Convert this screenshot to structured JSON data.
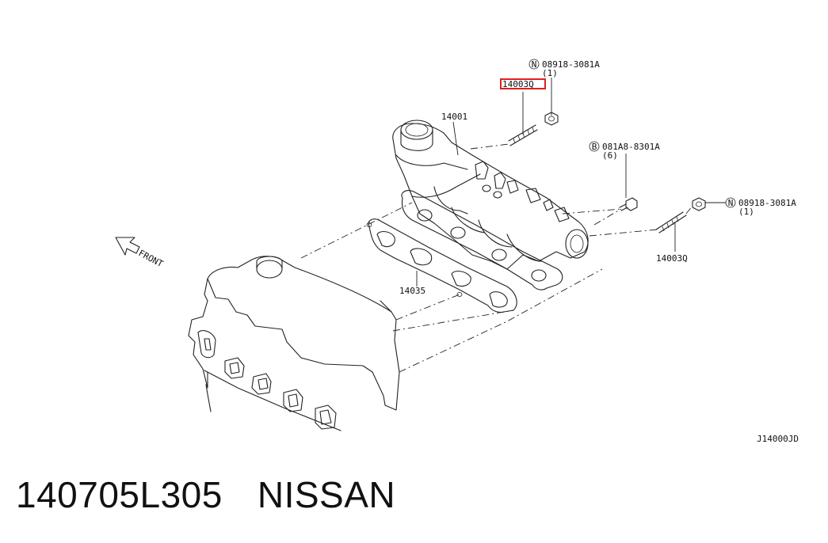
{
  "diagram": {
    "labels": {
      "nut_top": "08918-3081A",
      "nut_top_qty": "(1)",
      "nut_top_mark": "N",
      "stud_highlight": "14003Q",
      "manifold": "14001",
      "bolt": "081A8-8301A",
      "bolt_qty": "(6)",
      "bolt_mark": "B",
      "nut_right": "08918-3081A",
      "nut_right_qty": "(1)",
      "nut_right_mark": "N",
      "stud_right": "14003Q",
      "gasket": "14035",
      "front": "FRONT",
      "diagram_code": "J14000JD"
    },
    "highlight_color": "#e0201c"
  },
  "caption": {
    "part_number": "140705L305",
    "brand": "NISSAN"
  }
}
